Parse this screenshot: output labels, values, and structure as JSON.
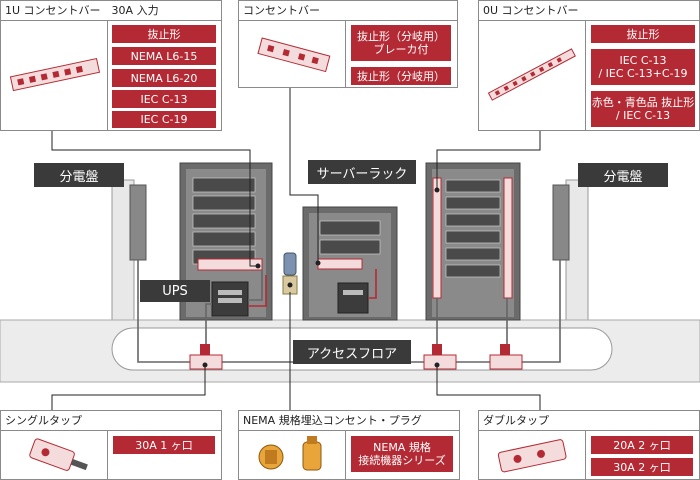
{
  "panels": {
    "p1": {
      "title": "1U コンセントバー　30A 入力",
      "tags": [
        "抜止形",
        "NEMA L6-15",
        "NEMA L6-20",
        "IEC C-13",
        "IEC C-19"
      ]
    },
    "p2": {
      "title": "コンセントバー",
      "tags": [
        "抜止形（分岐用）\nブレーカ付",
        "抜止形（分岐用）"
      ]
    },
    "p3": {
      "title": "0U コンセントバー",
      "tags": [
        "抜止形",
        "IEC C-13\n/ IEC C-13+C-19",
        "赤色・青色品 抜止形\n/ IEC C-13"
      ]
    },
    "p4": {
      "title": "シングルタップ",
      "tags": [
        "30A  1 ヶ口"
      ]
    },
    "p5": {
      "title": "NEMA 規格埋込コンセント・プラグ",
      "tags": [
        "NEMA 規格\n接続機器シリーズ"
      ]
    },
    "p6": {
      "title": "ダブルタップ",
      "tags": [
        "20A  2 ヶ口",
        "30A  2 ヶ口"
      ]
    }
  },
  "labels": {
    "left_board": "分電盤",
    "right_board": "分電盤",
    "server_rack": "サーバーラック",
    "ups": "UPS",
    "access_floor": "アクセスフロア"
  },
  "colors": {
    "accent": "#b42a34",
    "dark_label": "#3a3a3a",
    "device": "#f4dcdc"
  }
}
